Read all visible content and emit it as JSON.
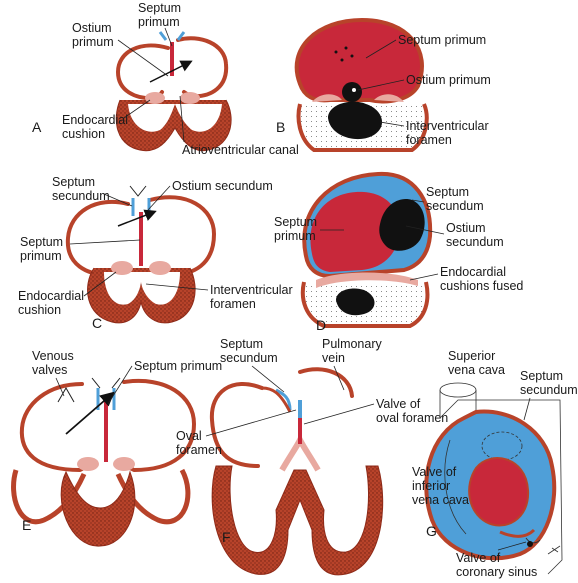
{
  "colors": {
    "muscle": "#b8432a",
    "muscle_dark": "#8e2a18",
    "septum_primum": "#c8283a",
    "septum_secundum": "#4f9fd8",
    "cushion": "#e8a9a0",
    "opening": "#111111",
    "outline": "#1a1a1a"
  },
  "panels": {
    "A": {
      "letter": "A",
      "labels": {
        "septum_primum": [
          "Septum",
          "primum"
        ],
        "ostium_primum": [
          "Ostium",
          "primum"
        ],
        "endocardial_cushion": [
          "Endocardial",
          "cushion"
        ],
        "atrioventricular_canal": "Atrioventricular canal"
      }
    },
    "B": {
      "letter": "B",
      "labels": {
        "septum_primum": "Septum primum",
        "ostium_primum": "Ostium primum",
        "interventricular_foramen": [
          "Interventricular",
          "foramen"
        ]
      }
    },
    "C": {
      "letter": "C",
      "labels": {
        "septum_secundum": [
          "Septum",
          "secundum"
        ],
        "ostium_secundum": "Ostium secundum",
        "septum_primum": [
          "Septum",
          "primum"
        ],
        "endocardial_cushion": [
          "Endocardial",
          "cushion"
        ],
        "interventricular_foramen": [
          "Interventricular",
          "foramen"
        ]
      }
    },
    "D": {
      "letter": "D",
      "labels": {
        "septum_secundum": [
          "Septum",
          "secundum"
        ],
        "septum_primum": [
          "Septum",
          "primum"
        ],
        "ostium_secundum": [
          "Ostium",
          "secundum"
        ],
        "endocardial_cushions_fused": [
          "Endocardial",
          "cushions fused"
        ]
      }
    },
    "E": {
      "letter": "E",
      "labels": {
        "venous_valves": [
          "Venous",
          "valves"
        ],
        "septum_primum": "Septum primum"
      }
    },
    "F": {
      "letter": "F",
      "labels": {
        "septum_secundum": [
          "Septum",
          "secundum"
        ],
        "pulmonary_vein": [
          "Pulmonary",
          "vein"
        ],
        "valve_of_oval_foramen": [
          "Valve of",
          "oval foramen"
        ],
        "oval_foramen": [
          "Oval",
          "foramen"
        ]
      }
    },
    "G": {
      "letter": "G",
      "labels": {
        "superior_vena_cava": [
          "Superior",
          "vena cava"
        ],
        "septum_secundum": [
          "Septum",
          "secundum"
        ],
        "valve_of_inferior_vena_cava": [
          "Valve of",
          "inferior",
          "vena cava"
        ],
        "valve_of_coronary_sinus": [
          "Valve of",
          "coronary sinus"
        ]
      }
    }
  }
}
